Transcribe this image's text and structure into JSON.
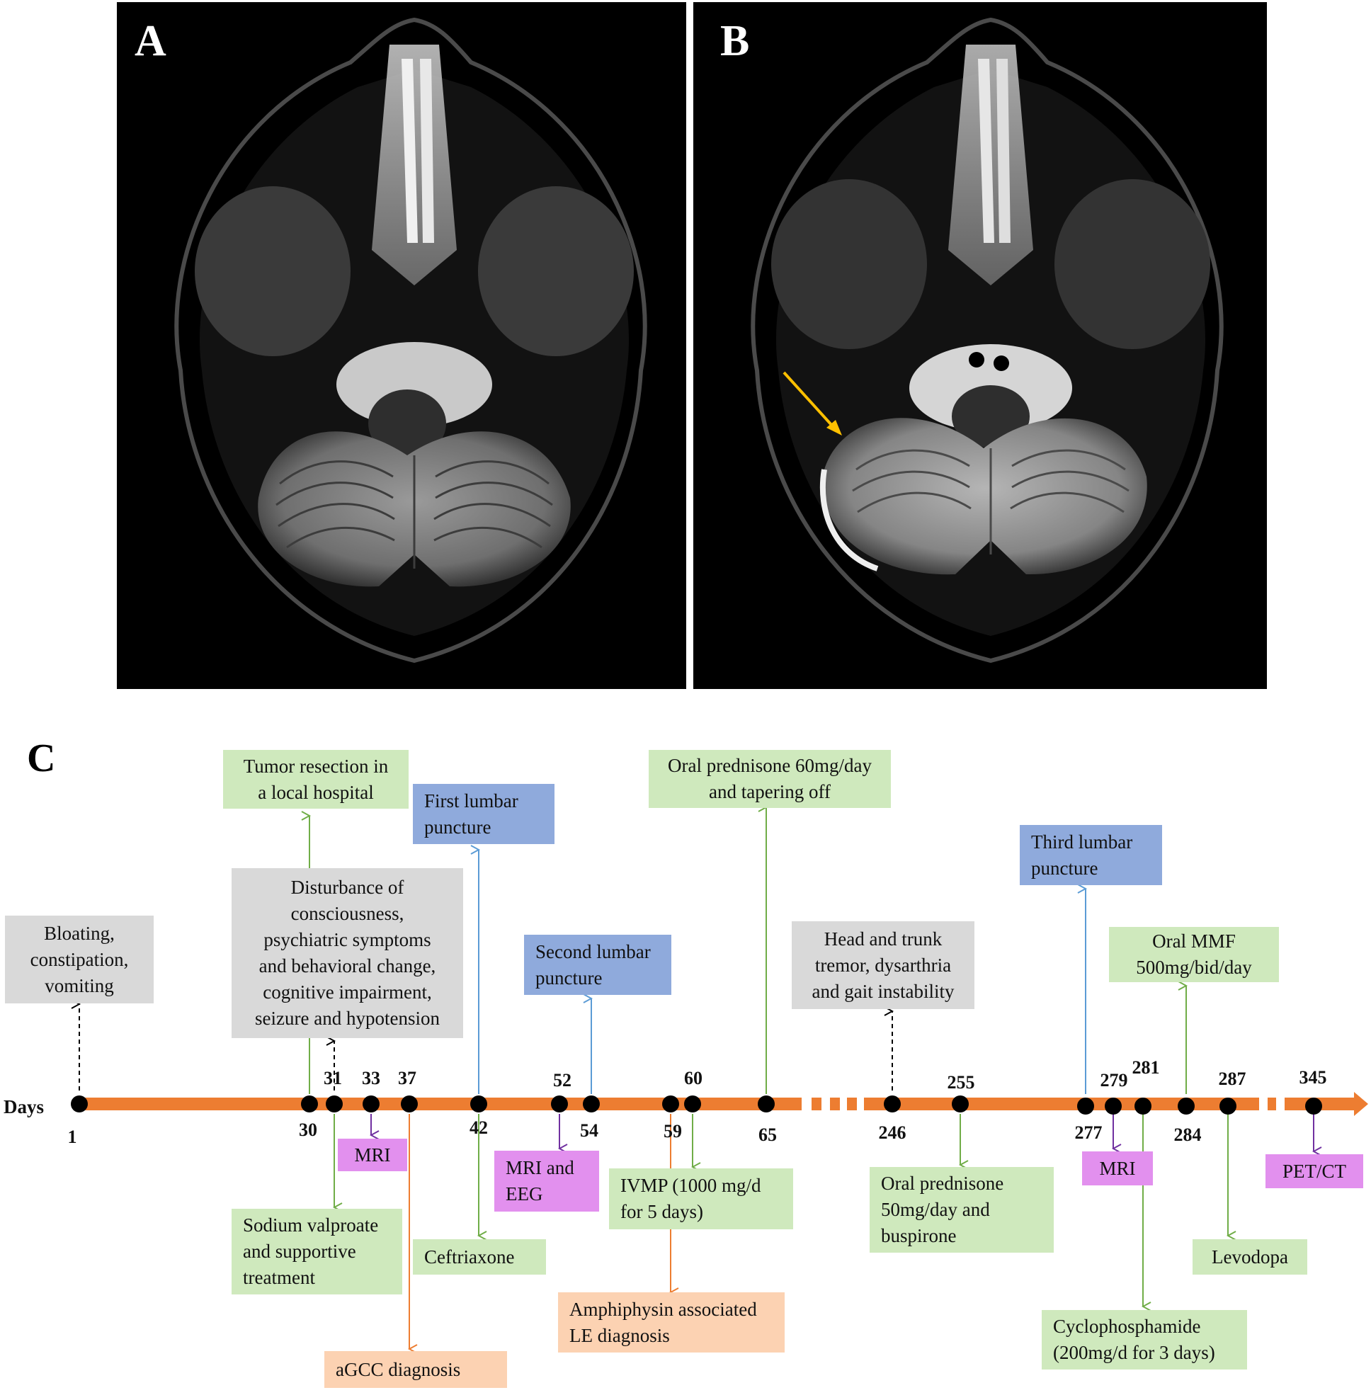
{
  "panels": {
    "a_label": "A",
    "b_label": "B",
    "c_label": "C"
  },
  "arrow_color": "#ffc000",
  "timeline": {
    "axis_label": "Days",
    "axis_color": "#ed7d31",
    "day_labels": [
      "1",
      "30",
      "31",
      "33",
      "37",
      "42",
      "52",
      "54",
      "59",
      "60",
      "65",
      "246",
      "255",
      "277",
      "279",
      "281",
      "284",
      "287",
      "345"
    ]
  },
  "events": {
    "bloating": "Bloating,\nconstipation,\nvomiting",
    "tumor_resection": "Tumor resection in\na local hospital",
    "disturbance": "Disturbance of\nconsciousness,\npsychiatric symptoms\nand behavioral change,\ncognitive impairment,\nseizure and hypotension",
    "first_lp": "First lumbar\npuncture",
    "second_lp": "Second lumbar\npuncture",
    "oral_pred_60": "Oral prednisone 60mg/day\nand tapering off",
    "tremor": "Head and trunk\ntremor, dysarthria\nand gait instability",
    "third_lp": "Third lumbar\npuncture",
    "oral_mmf": "Oral MMF\n500mg/bid/day",
    "mri_1": "MRI",
    "mri_eeg": "MRI and\nEEG",
    "mri_2": "MRI",
    "pet_ct": "PET/CT",
    "sodium_valproate": "Sodium valproate\nand supportive\ntreatment",
    "ceftriaxone": "Ceftriaxone",
    "ivmp": "IVMP (1000 mg/d\nfor 5 days)",
    "oral_pred_50": "Oral prednisone\n50mg/day and\nbuspirone",
    "levodopa": "Levodopa",
    "cyclophosphamide": "Cyclophosphamide\n(200mg/d for 3 days)",
    "agcc": "aGCC diagnosis",
    "amphiphysin": "Amphiphysin associated\nLE diagnosis"
  }
}
